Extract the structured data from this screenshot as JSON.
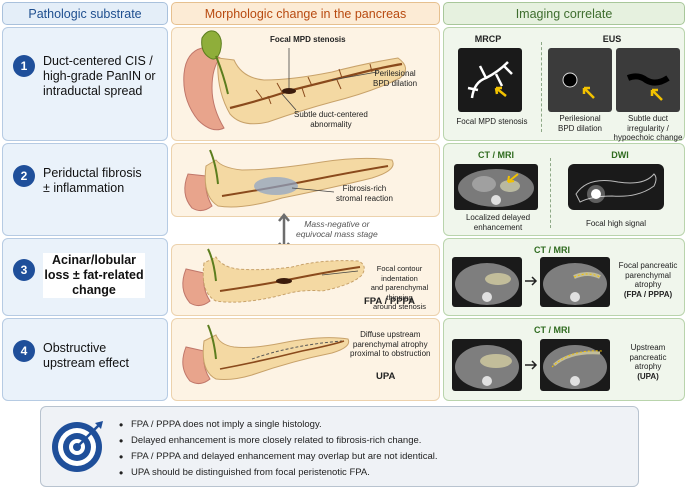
{
  "headers": {
    "left": "Pathologic substrate",
    "middle": "Morphologic change in the pancreas",
    "right": "Imaging correlate"
  },
  "rows": [
    {
      "number": "1",
      "substrate_lines": [
        "Duct-centered CIS /",
        "high-grade PanIN or",
        "intraductal spread"
      ],
      "labels": {
        "focal": "Focal MPD stenosis",
        "peri_1": "Perilesional",
        "peri_2": "BPD dilation",
        "subtle_1": "Subtle duct-centered",
        "subtle_2": "abnormality"
      },
      "imaging": {
        "mrcp_title": "MRCP",
        "eus_title": "EUS",
        "mrcp_caption": "Focal MPD stenosis",
        "eus_caption1_1": "Perilesional",
        "eus_caption1_2": "BPD dilation",
        "eus_caption2_1": "Subtle duct",
        "eus_caption2_2": "irregularity /",
        "eus_caption2_3": "hypoechoic change"
      }
    },
    {
      "number": "2",
      "substrate_lines": [
        "Periductal fibrosis",
        "± inflammation"
      ],
      "labels": {
        "fib_1": "Fibrosis-rich",
        "fib_2": "stromal reaction"
      },
      "imaging": {
        "ct_title": "CT / MRI",
        "dwi_title": "DWI",
        "ct_caption_1": "Localized delayed",
        "ct_caption_2": "enhancement",
        "dwi_caption": "Focal high signal"
      }
    },
    {
      "number": "3",
      "substrate_lines": [
        "Acinar/lobular",
        "loss ± fat-related",
        "change"
      ],
      "labels": {
        "d1": "Focal contour indentation",
        "d2": "and parenchymal thinning",
        "d3": "around stenosis",
        "tag": "FPA / PPPA"
      },
      "imaging": {
        "title": "CT / MRI",
        "c1": "Focal pancreatic",
        "c2": "parenchymal",
        "c3": "atrophy",
        "c4": "(FPA / PPPA)"
      }
    },
    {
      "number": "4",
      "substrate_lines": [
        "Obstructive",
        "upstream effect"
      ],
      "labels": {
        "d1": "Diffuse upstream",
        "d2": "parenchymal atrophy",
        "d3": "proximal to obstruction",
        "tag": "UPA"
      },
      "imaging": {
        "title": "CT / MRI",
        "c1": "Upstream",
        "c2": "pancreatic",
        "c3": "atrophy",
        "c4": "(UPA)"
      }
    }
  ],
  "mass_stage": {
    "line1": "Mass-negative or",
    "line2": "equivocal mass stage"
  },
  "footer_bullets": [
    "FPA / PPPA does not imply a single histology.",
    "Delayed enhancement is more closely related to fibrosis-rich change.",
    "FPA / PPPA and delayed enhancement may overlap but are not identical.",
    "UPA should be distinguished from focal peristenotic FPA."
  ],
  "colors": {
    "accent_blue": "#1f4f9a",
    "arrow_yellow": "#f2c200",
    "pancreas": "#f4d9a3",
    "duct": "#8a4a1c"
  },
  "icons": {
    "footer": "target-icon"
  }
}
